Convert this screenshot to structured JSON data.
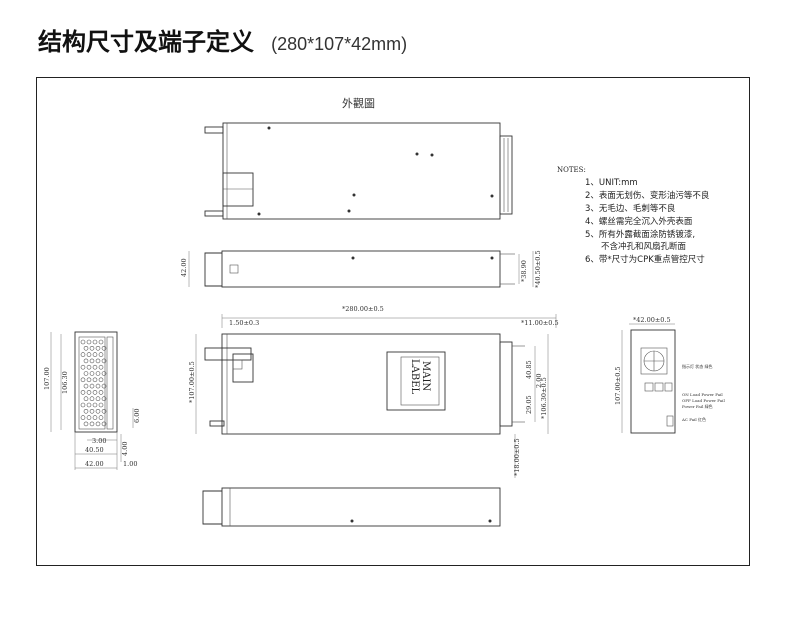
{
  "header": {
    "title": "结构尺寸及端子定义",
    "dimensions": "(280*107*42mm)"
  },
  "drawing": {
    "view_title": "外觀圖",
    "notes_title": "NOTES:",
    "notes": [
      "1、UNIT:mm",
      "2、表面无划伤、变形油污等不良",
      "3、无毛边、毛刺等不良",
      "4、螺丝需完全沉入外壳表面",
      "5、所有外露截面涂防锈镀漆,",
      "不含冲孔和风扇孔断面",
      "6、带*尺寸为CPK重点管控尺寸"
    ],
    "label_text_1": "MAIN",
    "label_text_2": "LABEL",
    "dims": {
      "h42": "42.00",
      "d1": "*38.90",
      "d2": "*40.50±0.5",
      "len280": "*280.00±0.5",
      "d150": "1.50±0.3",
      "d11": "*11.00±0.5",
      "h107": "*107.00±0.5",
      "h107b": "107.00",
      "h106": "106.30",
      "d4085": "40.85",
      "d2500": "2.00",
      "d2905": "29.05",
      "d10630": "*106.30±0.5",
      "d18": "*18.00±0.5",
      "d300": "3.00",
      "d4050": "40.50",
      "d4200": "42.00",
      "d400": "4.00",
      "d600": "6.00",
      "d100": "1.00",
      "d42r": "*42.00±0.5",
      "d107r": "107.00±0.5"
    },
    "fan_labels": [
      "指示灯 状态 绿色",
      "ON Load Power Fail",
      "OFF Load Power Fail",
      "Power Fail 绿色",
      "AC Fail 红色"
    ]
  }
}
